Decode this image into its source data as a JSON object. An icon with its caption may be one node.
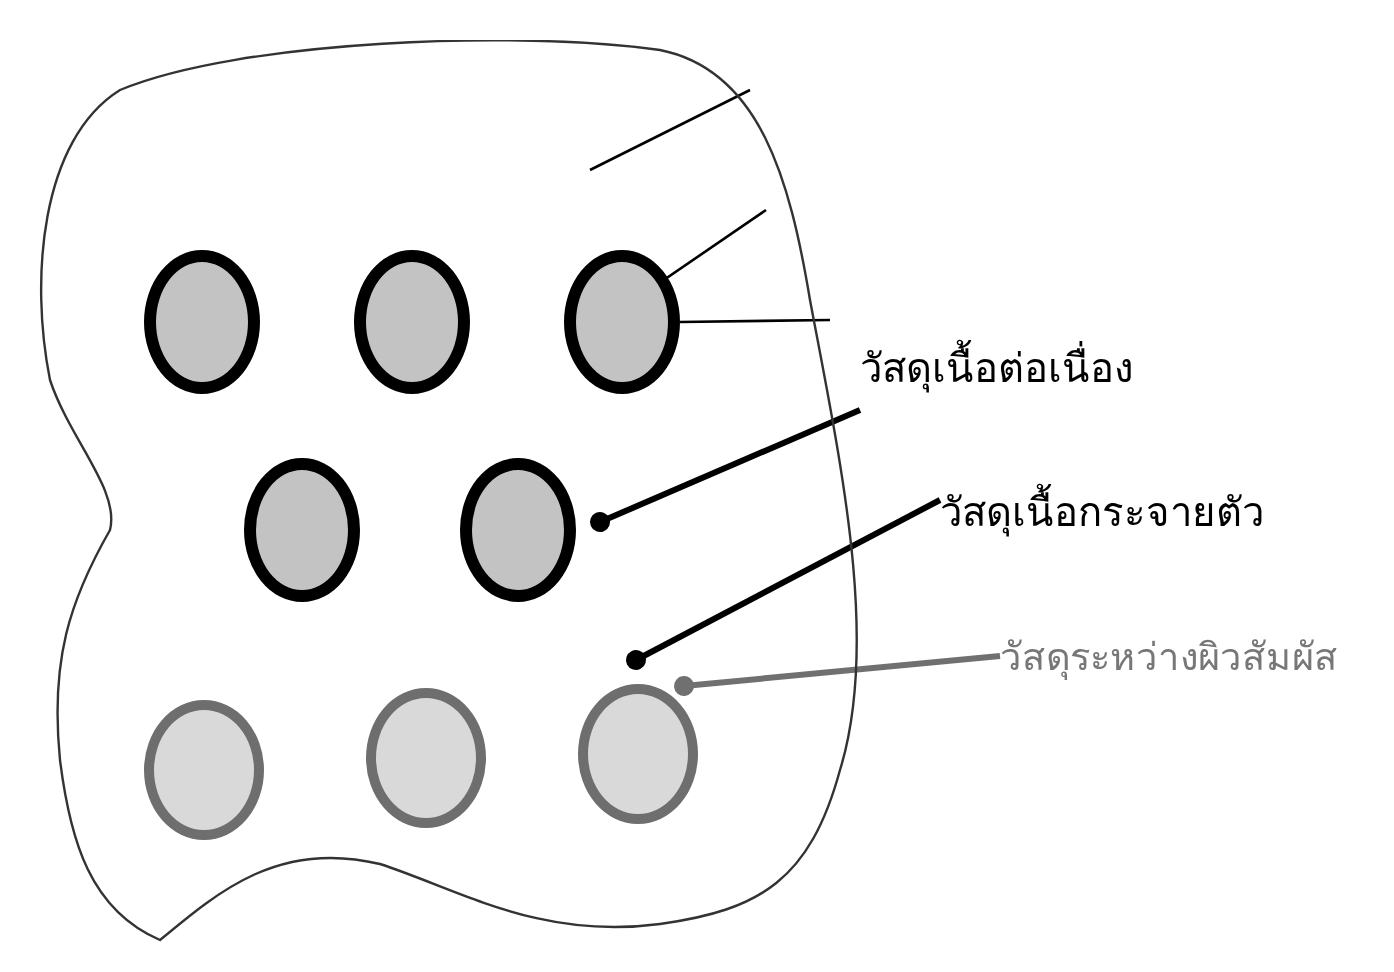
{
  "diagram": {
    "nodes": [
      {
        "text": [],
        "shape": "cloud"
      },
      {
        "text": [],
        "shape": "circle",
        "in": 0
      },
      {
        "text": [],
        "shape": "circle",
        "in": 0
      },
      {
        "text": [],
        "shape": "circle",
        "in": 0
      },
      {
        "text": [],
        "shape": "circle",
        "in": 0
      },
      {
        "text": [],
        "shape": "circle",
        "in": 0
      },
      {
        "text": [],
        "shape": "circle",
        "in": 0
      },
      {
        "text": [],
        "shape": "circle",
        "in": 0
      },
      {
        "text": [],
        "shape": "circle",
        "in": 0
      },
      {
        "text": [
          "วัสดุเนื้อต่อเนื่อง"
        ]
      },
      {
        "text": [
          "วัสดุเนื้อกระจายตัว"
        ]
      },
      {
        "text": [
          "วัสดุระหว่างผิวสัมผัส"
        ]
      }
    ],
    "edges": [
      {
        "from": null,
        "to": 0,
        "arrow": "none"
      },
      {
        "from": null,
        "to": 3,
        "arrow": "none"
      },
      {
        "from": 9,
        "to": 3,
        "arrow": "none"
      },
      {
        "from": 9,
        "to": 5,
        "arrow": "other",
        "style": "thick"
      },
      {
        "from": 10,
        "to": 0,
        "arrow": "other",
        "style": "thick"
      },
      {
        "from": 11,
        "to": 8,
        "arrow": "other",
        "style": "thick",
        "color": "#707070"
      }
    ]
  }
}
